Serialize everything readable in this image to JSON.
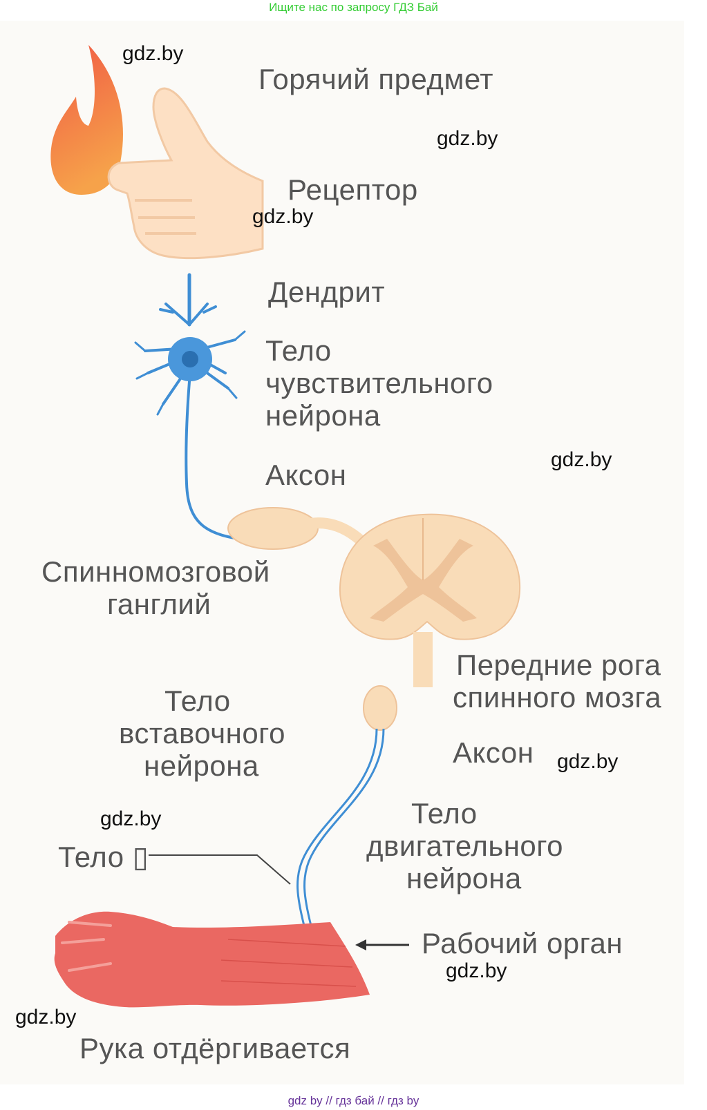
{
  "header": {
    "text": "Ищите нас по запросу ГДЗ Бай"
  },
  "footer": {
    "text": "gdz by  //  гдз бай  //  гдз by"
  },
  "watermark": "gdz.by",
  "labels": {
    "hot_object": "Горячий предмет",
    "receptor": "Рецептор",
    "dendrite": "Дендрит",
    "sensory_body_l1": "Тело",
    "sensory_body_l2": "чувствительного",
    "sensory_body_l3": "нейрона",
    "axon_top": "Аксон",
    "ganglion_l1": "Спинномозговой",
    "ganglion_l2": "ганглий",
    "anterior_horns_l1": "Передние рога",
    "anterior_horns_l2": "спинного мозга",
    "interneuron_l1": "Тело",
    "interneuron_l2": "вставочного",
    "interneuron_l3": "нейрона",
    "axon_bottom": "Аксон",
    "motor_body_l1": "Тело",
    "motor_body_l2": "двигательного",
    "motor_body_l3": "нейрона",
    "body_callout": "Тело ▯",
    "effector": "Рабочий орган",
    "result": "Рука отдёргивается"
  },
  "colors": {
    "flame": "#f06a4a",
    "skin": "#fde0c4",
    "skin_outline": "#f2c9a4",
    "neuron": "#3f8ed4",
    "spinal_cord": "#f9dcb8",
    "grey_matter": "#eec39a",
    "arm": "#e9645f",
    "label": "#555555",
    "watermark": "#111111"
  }
}
